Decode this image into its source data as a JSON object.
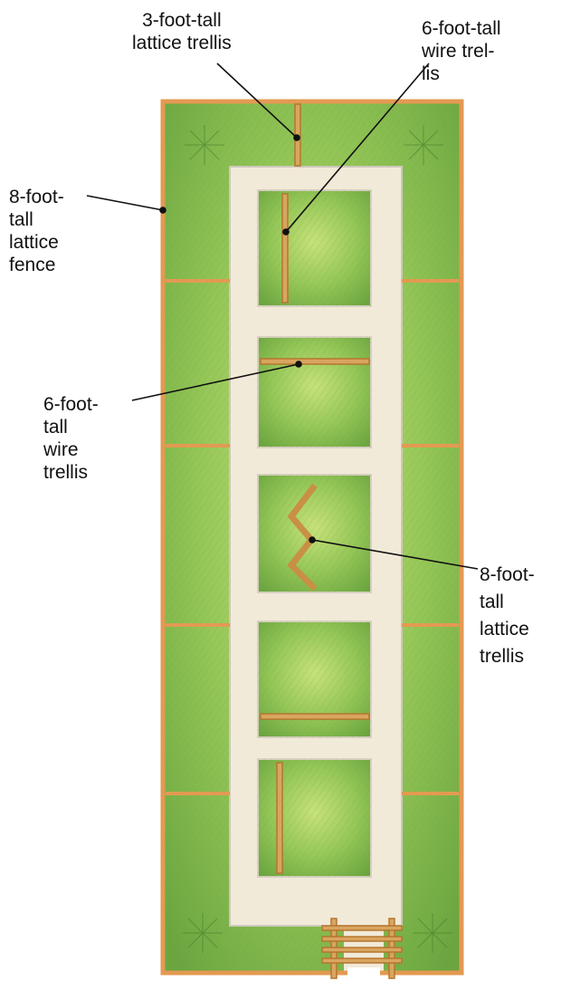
{
  "labels": {
    "three_foot_lattice_trellis": "3-foot-tall\nlattice trellis",
    "six_foot_wire_trellis_top": "6-foot-tall\nwire trel-\nlis",
    "eight_foot_lattice_fence": "8-foot-\ntall\nlattice\nfence",
    "six_foot_wire_trellis_middle": "6-foot-\ntall\nwire\ntrellis",
    "eight_foot_lattice_trellis": "8-foot-\ntall\nlattice\ntrellis"
  },
  "colors": {
    "bed_green": "#8fc453",
    "bed_green_light": "#c8e27a",
    "bed_green_dark": "#5f9a3a",
    "path_cream": "#f1ead8",
    "path_edge": "#c9c3b8",
    "fence_orange": "#e39a52",
    "trellis_tan": "#d9a560",
    "trellis_edge": "#b5762f",
    "leader_line": "#111111"
  }
}
